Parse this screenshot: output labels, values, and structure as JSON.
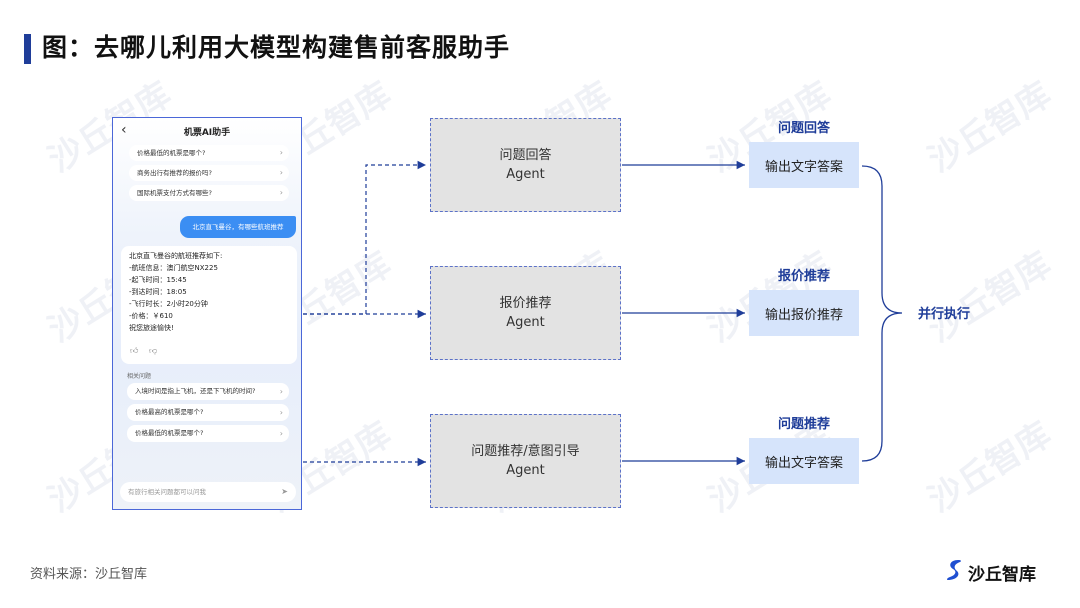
{
  "title": "图：去哪儿利用大模型构建售前客服助手",
  "phone": {
    "title": "机票AI助手",
    "suggested": [
      "价格最低的机票是哪个?",
      "商务出行有推荐的报价吗?",
      "国际机票支付方式有哪些?"
    ],
    "user_message": "北京直飞曼谷，有哪些航班推荐",
    "answer_lines": [
      "北京直飞曼谷的航班推荐如下:",
      "-航班信息：澳门航空NX225",
      "-起飞时间：15:45",
      "-到达时间：18:05",
      "-飞行时长：2小时20分钟",
      "-价格：￥610",
      "祝您旅途愉快!"
    ],
    "related_title": "相关问题",
    "related": [
      "入境时间是指上飞机，还是下飞机的时间?",
      "价格最高的机票是哪个?",
      "价格最低的机票是哪个?"
    ],
    "input_placeholder": "有旅行相关问题都可以问我"
  },
  "agents": [
    {
      "name": "问题回答",
      "sub": "Agent"
    },
    {
      "name": "报价推荐",
      "sub": "Agent"
    },
    {
      "name": "问题推荐/意图引导",
      "sub": "Agent"
    }
  ],
  "outputs": [
    {
      "label": "问题回答",
      "box": "输出文字答案"
    },
    {
      "label": "报价推荐",
      "box": "输出报价推荐"
    },
    {
      "label": "问题推荐",
      "box": "输出文字答案"
    }
  ],
  "parallel_label": "并行执行",
  "source": "资料来源：沙丘智库",
  "logo_text": "沙丘智库",
  "watermark": "沙丘智库",
  "colors": {
    "accent": "#1f3d99",
    "phone_border": "#4b67d8",
    "output_fill": "#d6e4fb",
    "agent_fill": "#e3e3e3"
  }
}
